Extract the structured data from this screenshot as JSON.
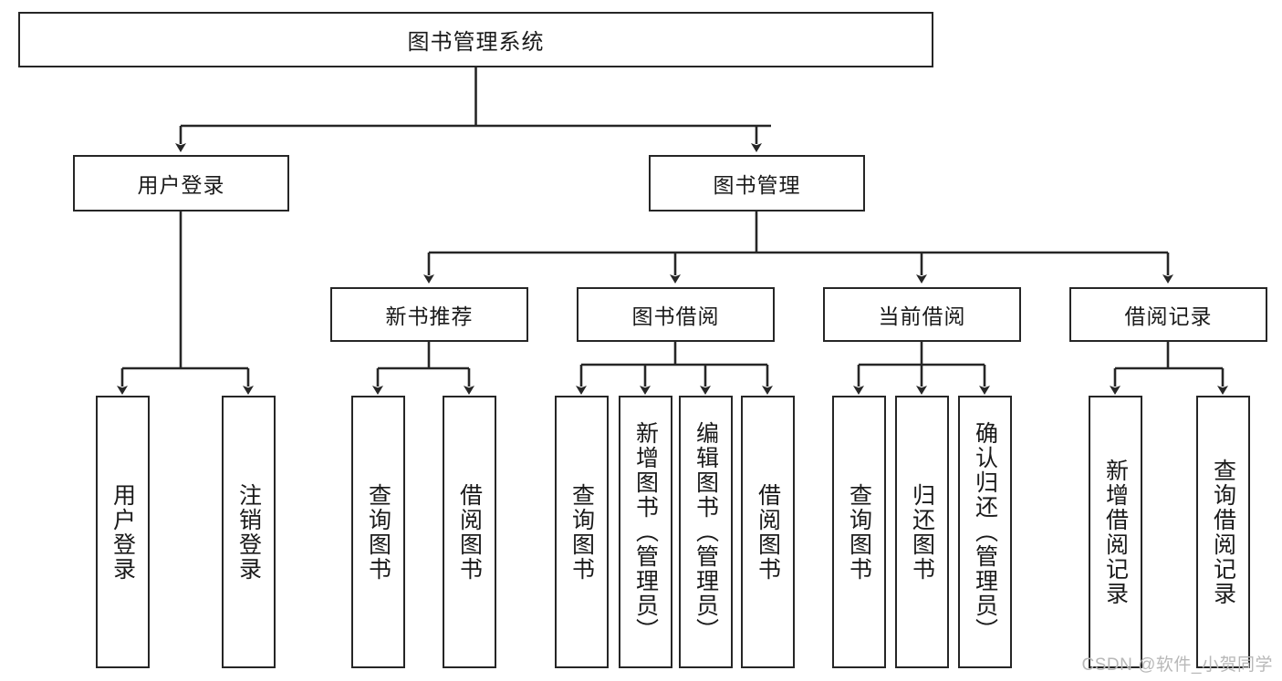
{
  "diagram": {
    "title": "图书管理系统",
    "type": "tree-hierarchy",
    "orientation": "top-down",
    "colors": {
      "box_border": "#262626",
      "box_fill": "#ffffff",
      "connector": "#262626",
      "text": "#1a1a1a",
      "watermark": "#b8b8b8",
      "background": "#ffffff"
    },
    "root": {
      "label": "图书管理系统"
    },
    "level2": [
      {
        "label": "用户登录"
      },
      {
        "label": "图书管理"
      }
    ],
    "level3": [
      {
        "label": "新书推荐"
      },
      {
        "label": "图书借阅"
      },
      {
        "label": "当前借阅"
      },
      {
        "label": "借阅记录"
      }
    ],
    "leaves": {
      "user_login": [
        {
          "label": "用户登录"
        },
        {
          "label": "注销登录"
        }
      ],
      "new_book_recommend": [
        {
          "label": "查询图书"
        },
        {
          "label": "借阅图书"
        }
      ],
      "book_borrow": [
        {
          "label": "查询图书"
        },
        {
          "label": "新增图书（管理员）"
        },
        {
          "label": "编辑图书（管理员）"
        },
        {
          "label": "借阅图书"
        }
      ],
      "current_borrow": [
        {
          "label": "查询图书"
        },
        {
          "label": "归还图书"
        },
        {
          "label": "确认归还（管理员）"
        }
      ],
      "borrow_records": [
        {
          "label": "新增借阅记录"
        },
        {
          "label": "查询借阅记录"
        }
      ]
    }
  },
  "watermark": {
    "text": "CSDN @软件_小贺同学"
  }
}
